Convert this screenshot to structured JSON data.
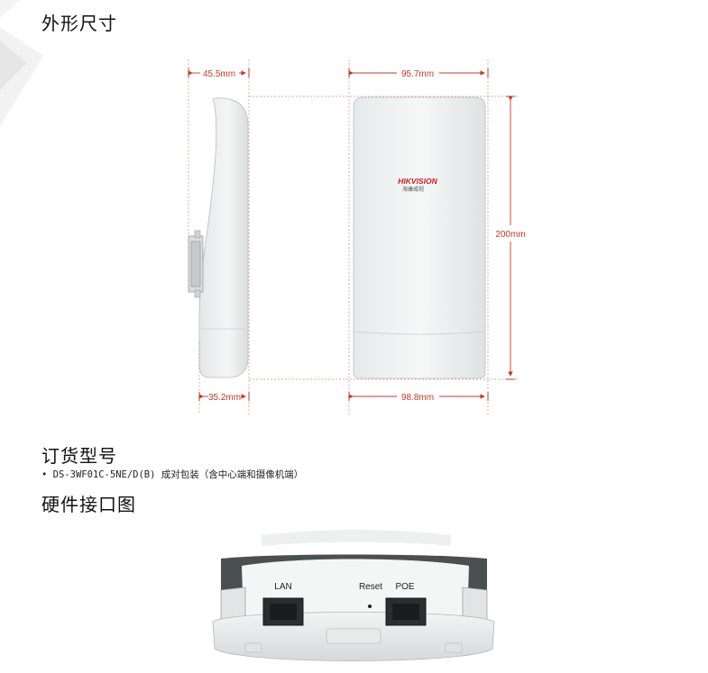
{
  "sections": {
    "dimensions_title": "外形尺寸",
    "order_title": "订货型号",
    "order_item": "DS-3WF01C-5NE/D(B) 成对包装（含中心端和摄像机端）",
    "order_bullet": "•",
    "interface_title": "硬件接口图"
  },
  "dimensions": {
    "side_top": "45.5mm",
    "side_bottom": "35.2mm",
    "front_top": "95.7mm",
    "front_bottom": "98.8mm",
    "front_height": "200mm"
  },
  "logo": {
    "brand": "HIKVISION",
    "sub": "海康威视"
  },
  "ports": {
    "lan": "LAN",
    "reset": "Reset",
    "poe": "POE"
  },
  "colors": {
    "dimension": "#c0392b",
    "brand": "#d01c25"
  }
}
